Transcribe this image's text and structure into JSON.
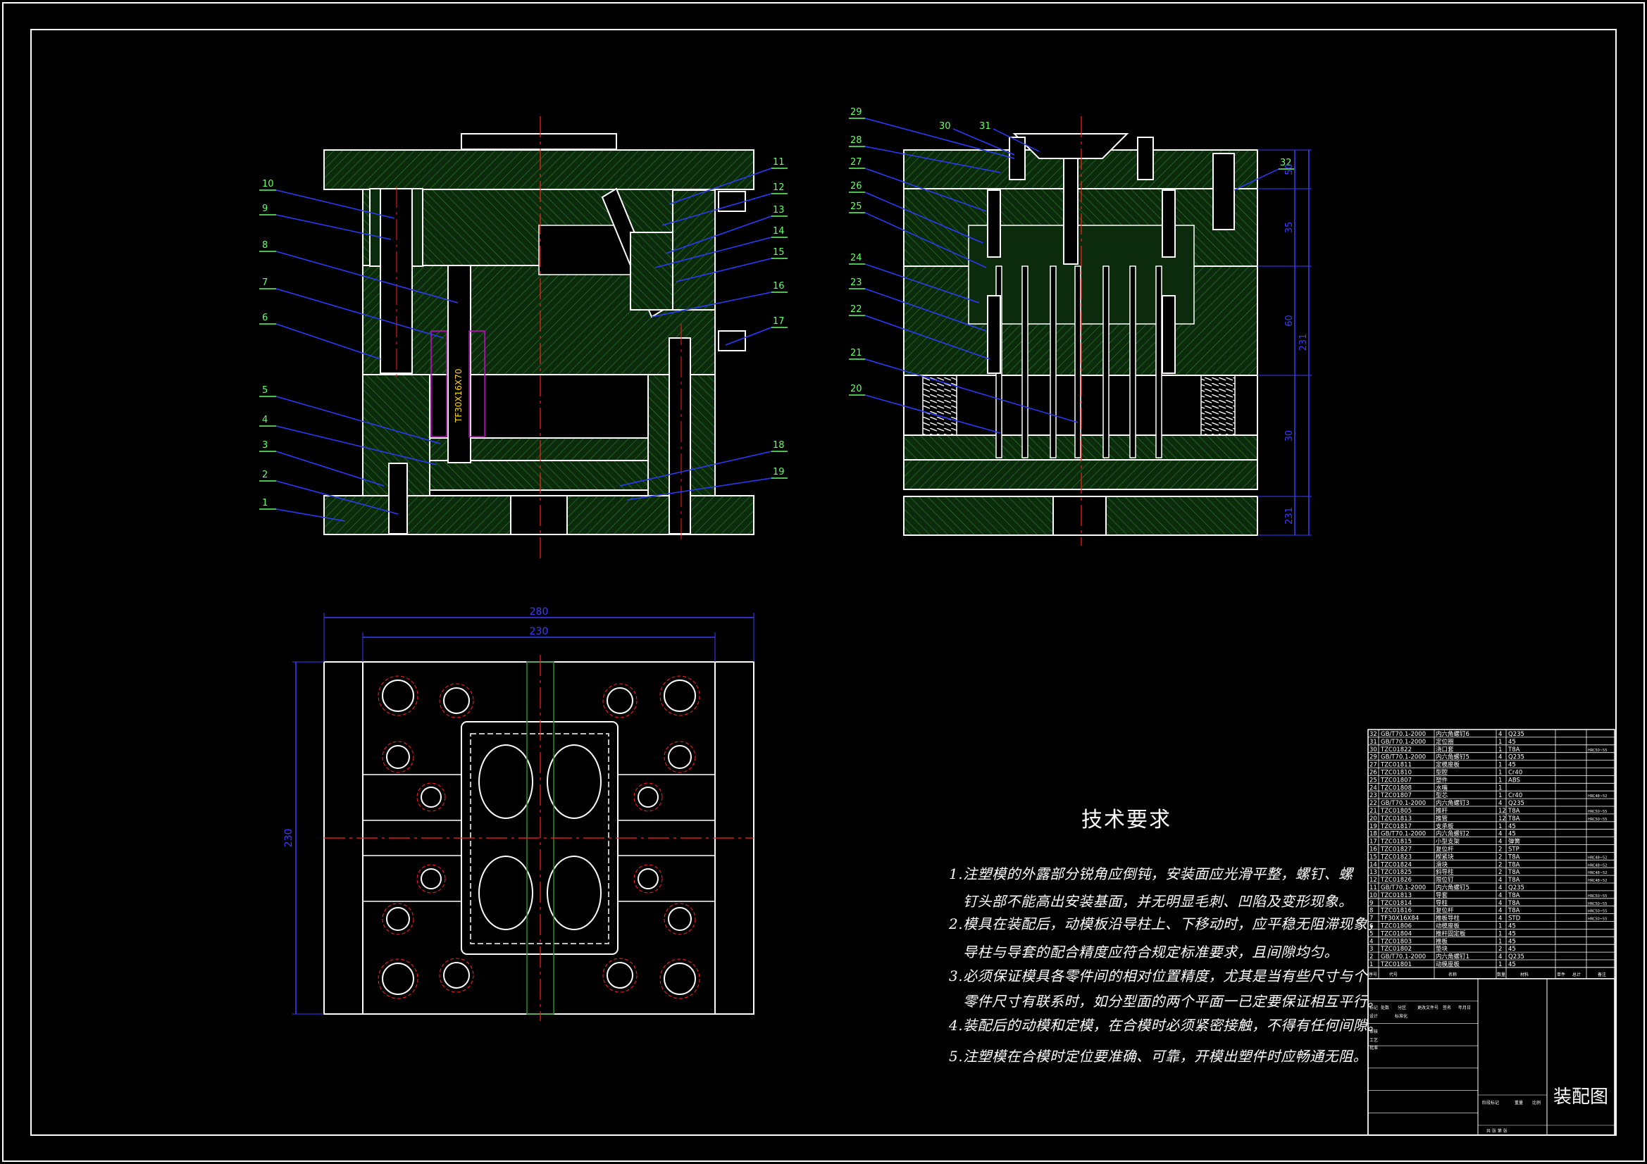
{
  "colors": {
    "background": "#000000",
    "frame": "#ffffff",
    "hatch": "#1e6b1e",
    "plate": "#0d2e0d",
    "leader": "#2d3bff",
    "label": "#66ff66",
    "dim": "#3c3cff",
    "center": "#ff2020",
    "pin": "#d600d6",
    "text": "#ffffff"
  },
  "front_view": {
    "labels_left": [
      "10",
      "9",
      "8",
      "7",
      "6",
      "5",
      "4",
      "3",
      "2",
      "1"
    ],
    "labels_right": [
      "11",
      "12",
      "13",
      "14",
      "15",
      "16",
      "17",
      "18",
      "19"
    ],
    "pin_annotation": "TF30X16X70"
  },
  "side_view": {
    "labels_left": [
      "29",
      "28",
      "27",
      "26",
      "25",
      "24",
      "23",
      "22",
      "21",
      "20"
    ],
    "labels_top": [
      "30",
      "31"
    ],
    "labels_right": [
      "32"
    ],
    "dims_right": [
      "50",
      "35",
      "60",
      "30",
      "231"
    ]
  },
  "plan_view": {
    "dim_outer": "280",
    "dim_inner": "230",
    "dim_height": "230"
  },
  "tech_requirements": {
    "title": "技术要求",
    "lines": [
      "1.注塑模的外露部分锐角应倒钝，安装面应光滑平整，螺钉、螺",
      "钉头部不能高出安装基面，并无明显毛刺、凹陷及变形现象。",
      "2.模具在装配后，动模板沿导柱上、下移动时，应平稳无阻滞现象，",
      "导柱与导套的配合精度应符合规定标准要求，且间隙均匀。",
      "3.必须保证模具各零件间的相对位置精度，尤其是当有些尺寸与个",
      "零件尺寸有联系时，如分型面的两个平面一已定要保证相互平行。",
      "4.装配后的动模和定模，在合模时必须紧密接触，不得有任何间隙。",
      "5.注塑模在合模时定位要准确、可靠，开模出塑件时应畅通无阻。"
    ]
  },
  "bom": {
    "rows": [
      [
        "32",
        "GB/T70.1-2000",
        "内六角螺钉6",
        "4",
        "Q235",
        ""
      ],
      [
        "31",
        "GB/T70.1-2000",
        "定位圈",
        "1",
        "45",
        ""
      ],
      [
        "30",
        "TZC01822",
        "浇口套",
        "1",
        "T8A",
        "HRC50~55"
      ],
      [
        "29",
        "GB/T70.1-2000",
        "内六角螺钉5",
        "4",
        "Q235",
        ""
      ],
      [
        "27",
        "TZC01811",
        "定模座板",
        "1",
        "45",
        ""
      ],
      [
        "26",
        "TZC01810",
        "型腔",
        "1",
        "Cr40",
        ""
      ],
      [
        "25",
        "TZC01807",
        "塑件",
        "1",
        "ABS",
        ""
      ],
      [
        "24",
        "TZC01808",
        "水嘴",
        "1",
        "",
        ""
      ],
      [
        "23",
        "TZC01807",
        "型芯",
        "1",
        "Cr40",
        "HRC48~52"
      ],
      [
        "22",
        "GB/T70.1-2000",
        "内六角螺钉3",
        "4",
        "Q235",
        ""
      ],
      [
        "21",
        "TZC01805",
        "推杆",
        "12",
        "T8A",
        "HRC50~55"
      ],
      [
        "20",
        "TZC01813",
        "推管",
        "12",
        "T8A",
        "HRC50~55"
      ],
      [
        "19",
        "TZC01817",
        "支承板",
        "1",
        "45",
        ""
      ],
      [
        "18",
        "GB/T70.1-2000",
        "内六角螺钉2",
        "4",
        "45",
        ""
      ],
      [
        "17",
        "TZC01815",
        "小型支架",
        "4",
        "弹簧",
        ""
      ],
      [
        "16",
        "TZC01827",
        "复位杆",
        "2",
        "STP",
        ""
      ],
      [
        "15",
        "TZC01823",
        "楔紧块",
        "2",
        "T8A",
        "HRC48~52"
      ],
      [
        "14",
        "TZC01824",
        "滑块",
        "2",
        "T8A",
        "HRC48~52"
      ],
      [
        "13",
        "TZC01825",
        "斜导柱",
        "2",
        "T8A",
        "HRC48~52"
      ],
      [
        "12",
        "TZC01826",
        "限位钉",
        "4",
        "T8A",
        "HRC48~52"
      ],
      [
        "11",
        "GB/T70.1-2000",
        "内六角螺钉5",
        "4",
        "Q235",
        ""
      ],
      [
        "10",
        "TZC01813",
        "导套",
        "4",
        "T8A",
        "HRC50~55"
      ],
      [
        "9",
        "TZC01814",
        "导柱",
        "4",
        "T8A",
        "HRC50~55"
      ],
      [
        "8",
        "TZC01816",
        "复位杆",
        "4",
        "T8A",
        "HRC50~55"
      ],
      [
        "7",
        "TF30X16X84",
        "推板导柱",
        "4",
        "STD",
        "HRC50~55"
      ],
      [
        "6",
        "TZC01806",
        "动模座板",
        "1",
        "45",
        ""
      ],
      [
        "5",
        "TZC01804",
        "推杆固定板",
        "1",
        "45",
        ""
      ],
      [
        "4",
        "TZC01803",
        "推板",
        "1",
        "45",
        ""
      ],
      [
        "3",
        "TZC01802",
        "垫块",
        "2",
        "45",
        ""
      ],
      [
        "2",
        "GB/T70.1-2000",
        "内六角螺钉1",
        "4",
        "Q235",
        ""
      ],
      [
        "1",
        "TZC01801",
        "动模座板",
        "1",
        "45",
        ""
      ]
    ],
    "header": [
      "序号",
      "代号",
      "名称",
      "数量",
      "材料",
      "单件",
      "总计",
      "备注"
    ],
    "title_block": {
      "drawing_title": "装配图",
      "cells": [
        "标记",
        "处数",
        "分区",
        "更改文件号",
        "签名",
        "年月日",
        "设计",
        "标准化",
        "阶段标记",
        "重量",
        "比例",
        "审核",
        "工艺",
        "批准",
        "共 张 第 张"
      ]
    }
  }
}
